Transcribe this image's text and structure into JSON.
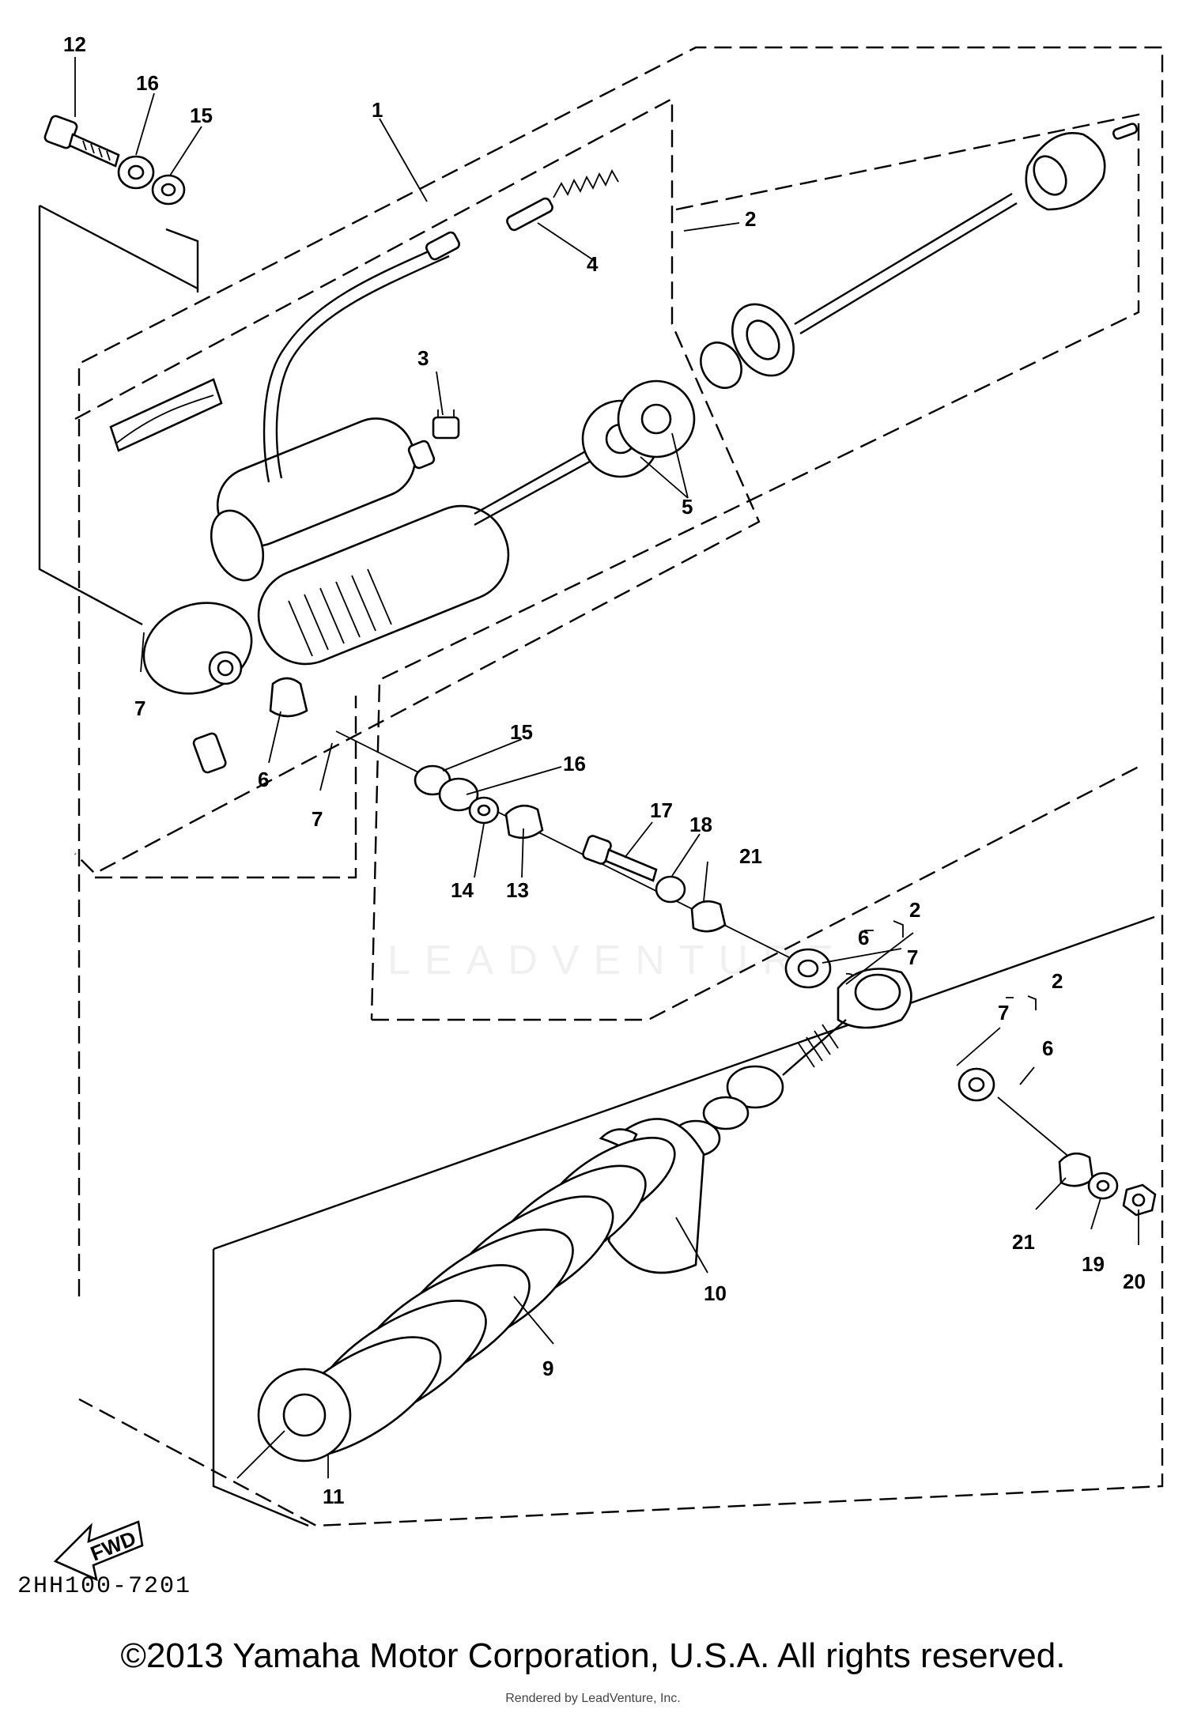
{
  "diagram": {
    "callouts": {
      "c1": "1",
      "c2a": "2",
      "c2b": "2",
      "c2c": "2",
      "c3": "3",
      "c4": "4",
      "c5": "5",
      "c6a": "6",
      "c6b": "6",
      "c6c": "6",
      "c7a": "7",
      "c7b": "7",
      "c7c": "7",
      "c7d": "7",
      "c9": "9",
      "c10": "10",
      "c11": "11",
      "c12": "12",
      "c13": "13",
      "c14": "14",
      "c15a": "15",
      "c15b": "15",
      "c16a": "16",
      "c16b": "16",
      "c17": "17",
      "c18": "18",
      "c19": "19",
      "c20": "20",
      "c21a": "21",
      "c21b": "21"
    },
    "fwd_label": "FWD",
    "catalog_code": "2HH100-7201"
  },
  "watermark": "LEADVENTURE",
  "footer": {
    "copyright": "©2013 Yamaha Motor Corporation, U.S.A. All rights reserved.",
    "rendered_by": "Rendered by LeadVenture, Inc."
  }
}
